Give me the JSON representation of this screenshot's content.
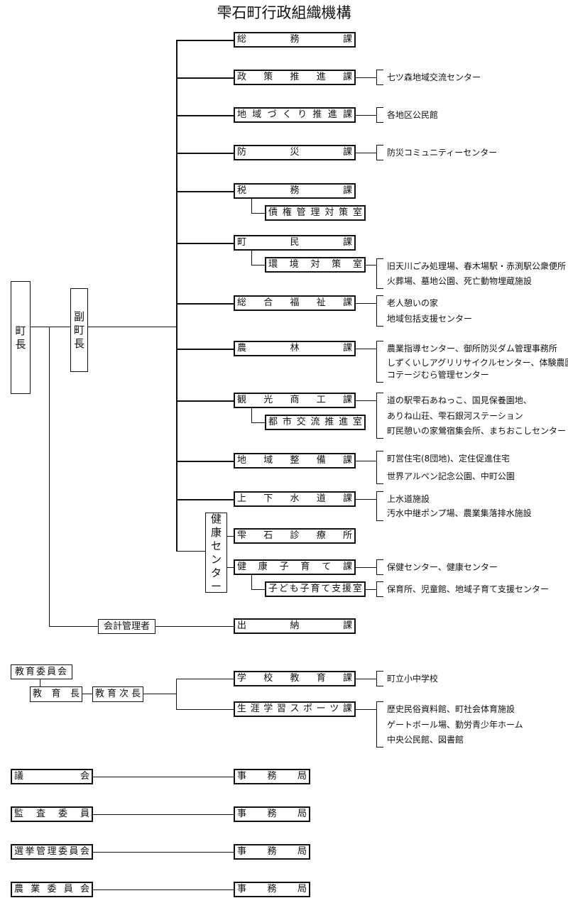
{
  "title": "雫石町行政組織機構",
  "mayor": "町長",
  "vice_mayor": "副町長",
  "accountant": "会計管理者",
  "health_center": "健康センター",
  "departments": [
    {
      "name": "総務課",
      "facilities": []
    },
    {
      "name": "政策推進課",
      "facilities": [
        "七ツ森地域交流センター"
      ]
    },
    {
      "name": "地域づくり推進課",
      "facilities": [
        "各地区公民館"
      ]
    },
    {
      "name": "防災課",
      "facilities": [
        "防災コミュニティーセンター"
      ]
    },
    {
      "name": "税務課",
      "sub": "債権管理対策室",
      "facilities": []
    },
    {
      "name": "町民課",
      "sub": "環境対策室",
      "facilities": [
        "旧天川ごみ処理場、春木場駅・赤渕駅公衆便所",
        "火葬場、墓地公園、死亡動物埋蔵施設"
      ]
    },
    {
      "name": "総合福祉課",
      "facilities": [
        "老人憩いの家",
        "地域包括支援センター"
      ]
    },
    {
      "name": "農林課",
      "facilities": [
        "農業指導センター、御所防災ダム管理事務所",
        "しずくいしアグリリサイクルセンター、体験農園",
        "コテージむら管理センター"
      ]
    },
    {
      "name": "観光商工課",
      "sub": "都市交流推進室",
      "facilities": [
        "道の駅雫石あねっこ、国見保養園地、",
        "ありね山荘、雫石銀河ステーション",
        "町民憩いの家鶯宿集会所、まちおこしセンター"
      ]
    },
    {
      "name": "地域整備課",
      "facilities": [
        "町営住宅(8団地)、定住促進住宅",
        "世界アルペン記念公園、中町公園"
      ]
    },
    {
      "name": "上下水道課",
      "facilities": [
        "上水道施設",
        "汚水中継ポンプ場、農業集落排水施設"
      ]
    },
    {
      "name": "雫石診療所",
      "facilities": []
    },
    {
      "name": "健康子育て課",
      "sub": "子ども子育て支援室",
      "facilities": [
        "保健センター、健康センター"
      ],
      "sub_facilities": [
        "保育所、児童館、地域子育て支援センター"
      ]
    },
    {
      "name": "出納課",
      "facilities": []
    }
  ],
  "education": {
    "board": "教育委員会",
    "superintendent": "教育長",
    "deputy": "教育次長",
    "departments": [
      {
        "name": "学校教育課",
        "facilities": [
          "町立小中学校"
        ]
      },
      {
        "name": "生涯学習スポーツ課",
        "facilities": [
          "歴史民俗資料館、町社会体育施設",
          "ゲートボール場、勤労青少年ホーム",
          "中央公民館、図書館"
        ]
      }
    ]
  },
  "committees": [
    {
      "name": "議会",
      "office": "事務局"
    },
    {
      "name": "監査委員",
      "office": "事務局"
    },
    {
      "name": "選挙管理委員会",
      "office": "事務局"
    },
    {
      "name": "農業委員会",
      "office": "事務局"
    }
  ]
}
